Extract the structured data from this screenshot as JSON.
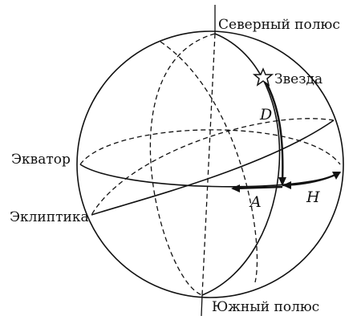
{
  "labels": {
    "north_pole": "Северный полюс",
    "south_pole": "Южный полюс",
    "star": "Звезда",
    "equator": "Экватор",
    "ecliptic": "Эклиптика",
    "declination": "D",
    "right_ascension": "A",
    "hour_angle": "H"
  },
  "colors": {
    "ink": "#111111",
    "background": "#ffffff"
  },
  "icons": {
    "star_marker": "star-outline-icon"
  }
}
